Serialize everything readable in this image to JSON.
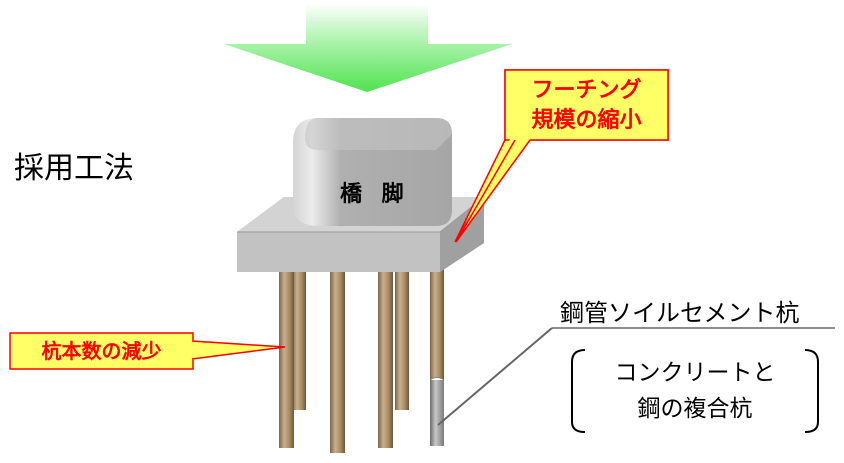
{
  "labels": {
    "method": "採用工法",
    "pier": "橋 脚",
    "footing_line1": "フーチング",
    "footing_line2": "規模の縮小",
    "pile_reduction": "杭本数の減少",
    "pile_type": "鋼管ソイルセメント杭",
    "composite_line1": "コンクリートと",
    "composite_line2": "鋼の複合杭"
  },
  "colors": {
    "arrow": "#5fe85f",
    "callout_fill": "#ffff66",
    "callout_text": "#ff0000",
    "concrete": "#b8b8b8",
    "pile": "#a58a68"
  },
  "icons": {
    "load": "down-arrow-gradient"
  }
}
